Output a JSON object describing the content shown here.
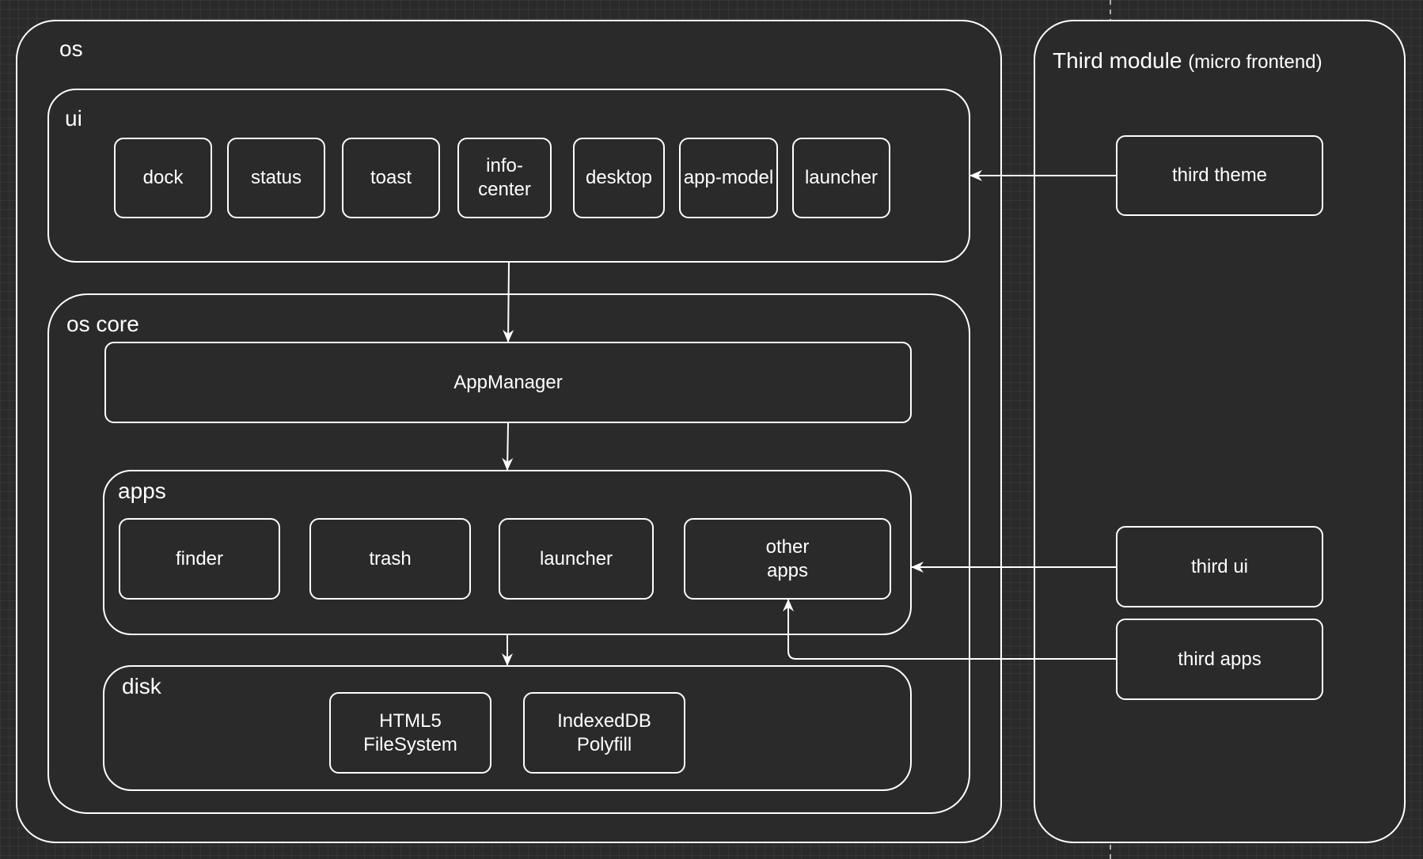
{
  "os": {
    "title": "os",
    "ui": {
      "title": "ui",
      "items": [
        "dock",
        "status",
        "toast",
        "info-\ncenter",
        "desktop",
        "app-model",
        "launcher"
      ]
    },
    "core": {
      "title": "os core",
      "app_manager": "AppManager",
      "apps": {
        "title": "apps",
        "items": [
          "finder",
          "trash",
          "launcher",
          "other\napps"
        ]
      },
      "disk": {
        "title": "disk",
        "items": [
          "HTML5\nFileSystem",
          "IndexedDB\nPolyfill"
        ]
      }
    }
  },
  "third": {
    "title": "Third module",
    "subtitle": "(micro frontend)",
    "theme": "third theme",
    "ui": "third ui",
    "apps": "third apps"
  },
  "colors": {
    "background": "#2a2a2a",
    "stroke": "#ffffff",
    "text": "#ffffff",
    "grid": "#3a3a3a"
  }
}
